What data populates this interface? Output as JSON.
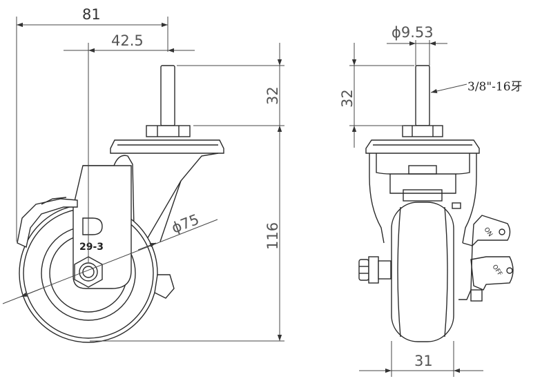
{
  "dimensions": {
    "overall_width": "81",
    "stem_offset": "42.5",
    "stem_length_side": "32",
    "height": "116",
    "wheel_diameter": "ϕ75",
    "stem_diameter": "ϕ9.53",
    "stem_length_front": "32",
    "wheel_width": "31"
  },
  "thread_callout": "3/8\"-16牙",
  "brand": {
    "logo_letter": "D",
    "model": "29-3"
  },
  "brake_switch": {
    "on_label": "ON",
    "off_label": "OFF"
  },
  "colors": {
    "line": "#2a2a2a",
    "dimension": "#444444"
  }
}
